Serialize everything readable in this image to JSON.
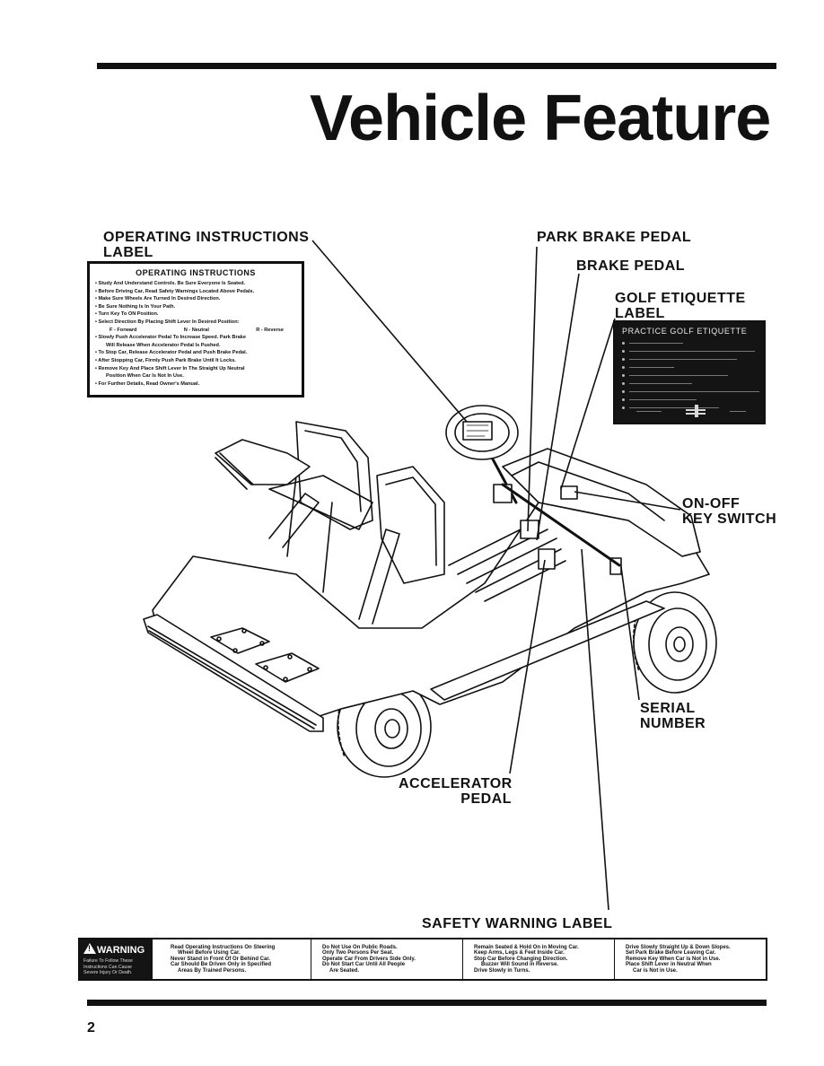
{
  "page": {
    "title": "Vehicle Feature",
    "page_number": "2"
  },
  "callouts": {
    "operating_instructions_label_1": "OPERATING INSTRUCTIONS",
    "operating_instructions_label_2": "LABEL",
    "park_brake_pedal": "PARK BRAKE PEDAL",
    "brake_pedal": "BRAKE PEDAL",
    "golf_etiquette_label_1": "GOLF ETIQUETTE",
    "golf_etiquette_label_2": "LABEL",
    "on_off_key_switch_1": "ON-OFF",
    "on_off_key_switch_2": "KEY SWITCH",
    "serial_number_1": "SERIAL",
    "serial_number_2": "NUMBER",
    "accelerator_pedal_1": "ACCELERATOR",
    "accelerator_pedal_2": "PEDAL",
    "safety_warning_label": "SAFETY WARNING LABEL"
  },
  "operating_instructions": {
    "title": "OPERATING INSTRUCTIONS",
    "lines": [
      "• Study And Understand Controls. Be Sure Everyone Is Seated.",
      "• Before Driving Car, Read Safety Warnings Located Above Pedals.",
      "• Make Sure Wheels Are Turned In Desired Direction.",
      "• Be Sure Nothing Is In Your Path.",
      "• Turn Key To ON Position.",
      "• Select Direction By Placing Shift Lever In Desired Position:"
    ],
    "directions": [
      "F - Forward",
      "N - Neutral",
      "R - Reverse"
    ],
    "lines_2": [
      "• Slowly Push Accelerator Pedal To Increase Speed. Park Brake",
      "Will Release When Accelerator Pedal Is Pushed.",
      "• To Stop Car, Release Accelerator Pedal and Push Brake Pedal.",
      "• After Stopping Car, Firmly Push Park Brake Until It Locks.",
      "• Remove Key And Place Shift Lever In The Straight Up Neutral",
      "Position When Car Is Not In Use.",
      "• For Further Details, Read Owner's Manual."
    ]
  },
  "golf_etiquette": {
    "title": "PRACTICE GOLF ETIQUETTE"
  },
  "warning_label": {
    "heading": "WARNING",
    "subtext": [
      "Failure To Follow These",
      "Instructions Can Cause",
      "Severe Injury Or Death."
    ],
    "col1": [
      "Read Operating Instructions On Steering",
      "Wheel Before Using Car.",
      "Never Stand in Front Of Or Behind Car.",
      "Car Should Be Driven Only in Specified",
      "Areas By Trained Persons."
    ],
    "col2": [
      "Do Not Use On Public Roads.",
      "Only Two Persons Per Seat.",
      "Operate Car From Drivers Side Only.",
      "Do Not Start Car Until All People",
      "Are Seated."
    ],
    "col3": [
      "Remain Seated & Hold On in Moving Car.",
      "Keep Arms, Legs & Feet Inside Car.",
      "Stop Car Before Changing Direction.",
      "Buzzer Will Sound in Reverse.",
      "Drive Slowly in Turns."
    ],
    "col4": [
      "Drive Slowly Straight Up & Down Slopes.",
      "Set Park Brake Before Leaving Car.",
      "Remove Key When Car is Not in Use.",
      "Place Shift Lever in Neutral When",
      "Car is Not in Use."
    ]
  }
}
